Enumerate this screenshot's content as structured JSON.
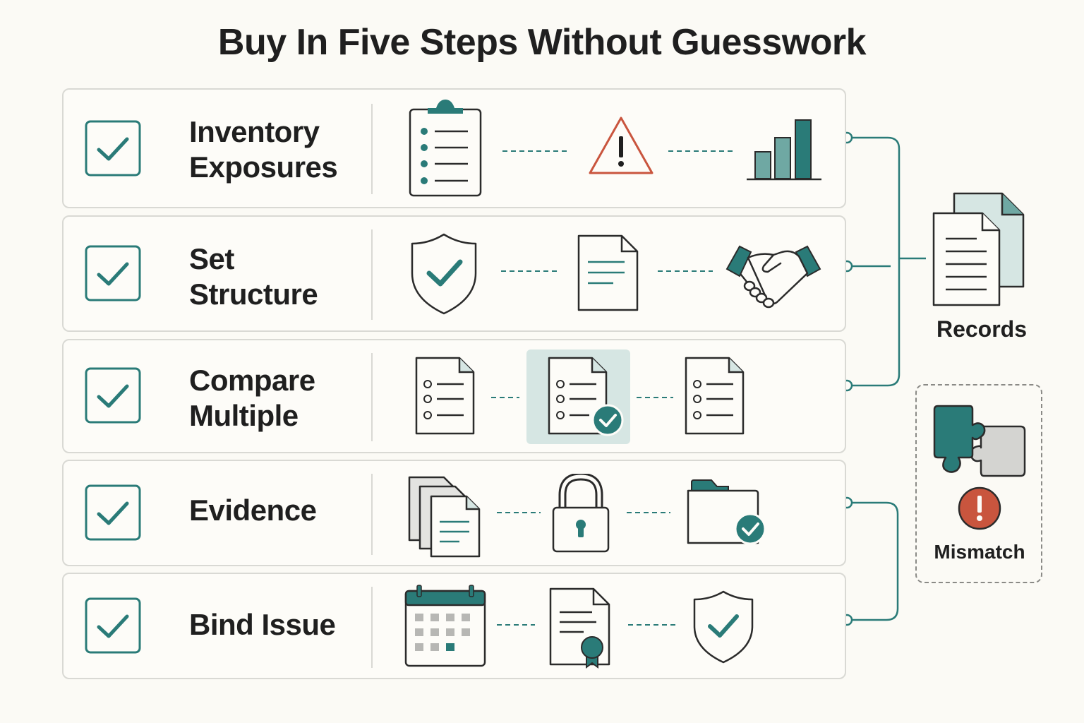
{
  "title": "Buy In Five Steps Without Guesswork",
  "steps": [
    {
      "label_line1": "Inventory",
      "label_line2": "Exposures",
      "icons": [
        "clipboard-list-icon",
        "warning-triangle-icon",
        "bar-chart-icon"
      ]
    },
    {
      "label_line1": "Set",
      "label_line2": "Structure",
      "icons": [
        "shield-check-icon",
        "document-icon",
        "handshake-icon"
      ]
    },
    {
      "label_line1": "Compare",
      "label_line2": "Multiple",
      "icons": [
        "checklist-document-icon",
        "approved-document-icon",
        "checklist-document-icon"
      ]
    },
    {
      "label_line1": "Evidence",
      "icons": [
        "document-stack-icon",
        "padlock-icon",
        "folder-check-icon"
      ]
    },
    {
      "label_line1": "Bind Issue",
      "icons": [
        "calendar-icon",
        "certificate-icon",
        "shield-check-icon"
      ]
    }
  ],
  "side": {
    "records_label": "Records",
    "mismatch_label": "Mismatch"
  },
  "colors": {
    "teal": "#2a7b78",
    "teal_light": "#6fa8a3",
    "teal_pale": "#d6e6e3",
    "warning": "#c9553e",
    "ink": "#2b2b2b",
    "card_border": "#d9d9d4",
    "background": "#fbfaf5"
  }
}
